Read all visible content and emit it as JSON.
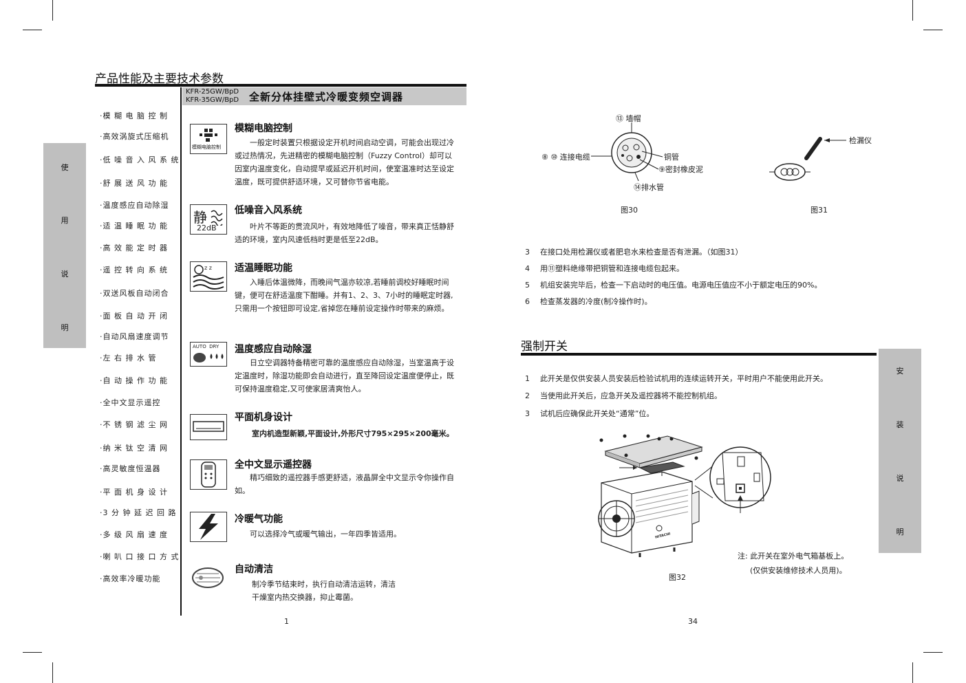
{
  "left_page": {
    "section_title": "产品性能及主要技术参数",
    "models": [
      "KFR-25GW/BpD",
      "KFR-35GW/BpD"
    ],
    "product_title": "全新分体挂壁式冷暖变频空调器",
    "side_tab": [
      "使",
      "用",
      "说",
      "明"
    ],
    "feature_list": [
      "·模 糊 电 脑 控 制",
      "·高效涡旋式压缩机",
      "·低 噪 音 入 风 系 统",
      "·舒 展 送 风 功 能",
      "·温度感应自动除湿",
      "·适 温 睡 眠 功 能",
      "·高 效 能 定 时 器",
      "·遥 控 转 向 系 统",
      "·双送风板自动闭合",
      "·面 板 自 动 开 闭",
      "·自动风扇速度调节",
      "·左  右  排  水  管",
      "·自 动 操 作 功 能",
      "·全中文显示遥控",
      "·不 锈 钢 滤 尘 网",
      "·纳 米 钛 空 清 网",
      "·高灵敏度恒温器",
      "·平 面 机 身 设 计",
      "·3 分 钟 延 迟 回 路",
      "·多 级 风 扇 速 度",
      "·喇 叭 口 接 口 方 式",
      "·高效率冷暖功能"
    ],
    "features": [
      {
        "title": "模糊电脑控制",
        "icon_caption": "模糊电脑控制",
        "body": "一般定时装置只根据设定开机时间启动空调，可能会出现过冷或过热情况，先进精密的模糊电脑控制（Fuzzy Control）却可以因室内温度变化，自动提早或延迟开机时间，使室温准时达至设定温度，既可提供舒适环境，又可替你节省电能。"
      },
      {
        "title": "低噪音入风系统",
        "icon_caption": "22dB",
        "icon_text": "静",
        "body": "叶片不等距的贯流风叶，有效地降低了噪音，带来真正恬静舒适的环境，室内风速低档时更是低至22dB。"
      },
      {
        "title": "适温睡眠功能",
        "body": "入睡后体温微降，而晚间气温亦较凉,若睡前调校好睡眠时间键，便可在舒适温度下酣睡。并有1、2、3、7小时的睡眠定时器,只需用一个按钮即可设定,省掉您在睡前设定操作时带来的麻烦。"
      },
      {
        "title": "温度感应自动除湿",
        "icon_caption": "AUTO  DRY",
        "body": "日立空调器特备精密可靠的温度感应自动除湿，当室温高于设定温度时，除湿功能即会自动进行，直至降回设定温度便停止，既可保持温度稳定,又可使家居清爽怡人。"
      },
      {
        "title": "平面机身设计",
        "body": "室内机造型新颖,平面设计,外形尺寸795×295×200毫米。"
      },
      {
        "title": "全中文显示遥控器",
        "body": "精巧细致的遥控器手感更舒适，液晶屏全中文显示令你操作自如。"
      },
      {
        "title": "冷暖气功能",
        "body": "可以选择冷气或暖气输出，一年四季皆适用。"
      },
      {
        "title": "自动清洁",
        "body": "制冷季节结束时，执行自动清洁运转，清洁干燥室内热交换器，抑止霉菌。"
      }
    ],
    "page_number": "1"
  },
  "right_page": {
    "fig30": {
      "labels": {
        "wall_cap": "⑬ 墙帽",
        "cable": "⑧ ⑩ 连接电缆",
        "pipe": "铜管",
        "putty": "⑨密封橡皮泥",
        "drain": "⑭排水管"
      },
      "caption": "图30"
    },
    "fig31": {
      "label": "检漏仪",
      "caption": "图31"
    },
    "steps_top": [
      {
        "num": "3",
        "text": "在接口处用检漏仪或者肥皂水来检查是否有泄漏。（如图31）"
      },
      {
        "num": "4",
        "text": "用⑪塑料绝缘带把铜管和连接电缆包起来。"
      },
      {
        "num": "5",
        "text": "机组安装完毕后，检查一下启动时的电压值。电源电压值应不小于额定电压的90%。"
      },
      {
        "num": "6",
        "text": "检查蒸发器的冷度(制冷操作时)。"
      }
    ],
    "section_title": "强制开关",
    "steps_switch": [
      {
        "num": "1",
        "text": "此开关是仅供安装人员安装后检验试机用的连续运转开关，平时用户不能使用此开关。"
      },
      {
        "num": "2",
        "text": "当使用此开关后，应急开关及遥控器将不能控制机组。"
      },
      {
        "num": "3",
        "text": "试机后应确保此开关处“通常”位。"
      }
    ],
    "fig32": {
      "caption": "图32",
      "brand": "HITACHI",
      "note_line1": "注: 此开关在室外电气箱基板上。",
      "note_line2": "(仅供安装维修技术人员用)。"
    },
    "side_tab": [
      "安",
      "装",
      "说",
      "明"
    ],
    "page_number": "34"
  }
}
